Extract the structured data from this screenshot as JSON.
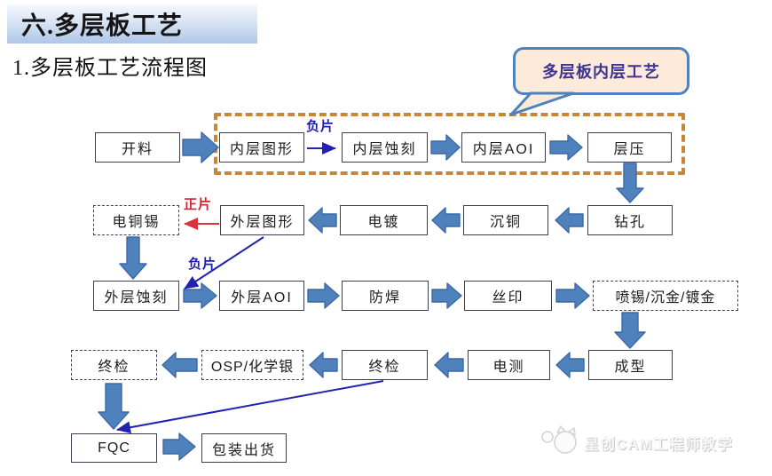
{
  "page": {
    "title": "六.多层板工艺",
    "subtitle": "1.多层板工艺流程图",
    "watermark_text": "星创CAM工程师教学"
  },
  "callout": {
    "label": "多层板内层工艺"
  },
  "flow": {
    "nodes": {
      "kailiao": "开料",
      "neiceng_tuxing": "内层图形",
      "neiceng_shike": "内层蚀刻",
      "neiceng_aoi": "内层AOI",
      "yaceng": "层压",
      "diantongxi": "电铜锡",
      "waiceng_tuxing": "外层图形",
      "diandu": "电镀",
      "chentong": "沉铜",
      "zuankong": "钻孔",
      "waiceng_shike": "外层蚀刻",
      "waiceng_aoi": "外层AOI",
      "fanghan": "防焊",
      "siyin": "丝印",
      "biaomian_chuli": "喷锡/沉金/镀金",
      "zhongjian_final": "终检",
      "osp": "OSP/化学银",
      "zhongjian": "终检",
      "diance": "电测",
      "chengxing": "成型",
      "fqc": "FQC",
      "baozhuang": "包装出货"
    },
    "edge_labels": {
      "fupian_inner": "负片",
      "zhengpian": "正片",
      "fupian_outer": "负片"
    }
  },
  "colors": {
    "block_arrow_fill": "#4f81bd",
    "block_arrow_stroke": "#3c69a5",
    "thin_line_blue": "#2222b2",
    "thin_line_red": "#d8343e",
    "inner_group_border": "#c8863a",
    "callout_fill": "#fdeada"
  }
}
